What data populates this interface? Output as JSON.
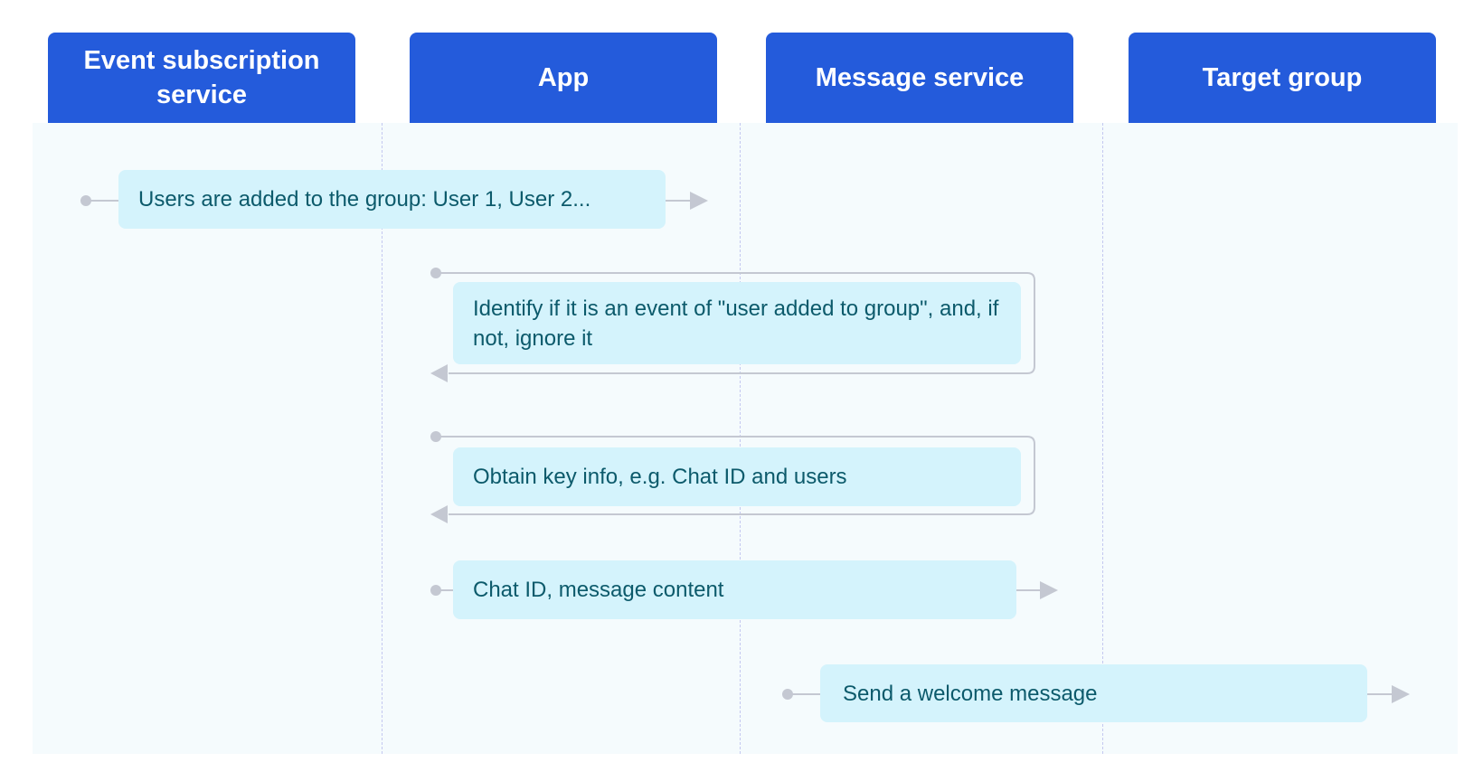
{
  "lanes": [
    {
      "id": "event-subscription-service",
      "label": "Event subscription service"
    },
    {
      "id": "app",
      "label": "App"
    },
    {
      "id": "message-service",
      "label": "Message service"
    },
    {
      "id": "target-group",
      "label": "Target group"
    }
  ],
  "messages": [
    {
      "id": "users-added",
      "text": "Users are added to the group: User 1, User 2...",
      "from": "event-subscription-service",
      "to": "app",
      "kind": "forward"
    },
    {
      "id": "identify-event",
      "text": "Identify if it is an event of \"user added to group\", and, if not, ignore it",
      "from": "app",
      "to": "app",
      "kind": "self"
    },
    {
      "id": "obtain-key-info",
      "text": "Obtain key info, e.g. Chat ID and users",
      "from": "app",
      "to": "app",
      "kind": "self"
    },
    {
      "id": "chat-id-content",
      "text": "Chat ID, message content",
      "from": "app",
      "to": "message-service",
      "kind": "forward"
    },
    {
      "id": "send-welcome",
      "text": "Send a welcome message",
      "from": "message-service",
      "to": "target-group",
      "kind": "forward"
    }
  ],
  "colors": {
    "header": "#245bdb",
    "header_text": "#ffffff",
    "message_fill": "#d4f3fc",
    "message_text": "#0c5a6b",
    "canvas": "#f5fbfd",
    "lifeline": "#c4c8f0",
    "connector": "#c4c8d2"
  }
}
